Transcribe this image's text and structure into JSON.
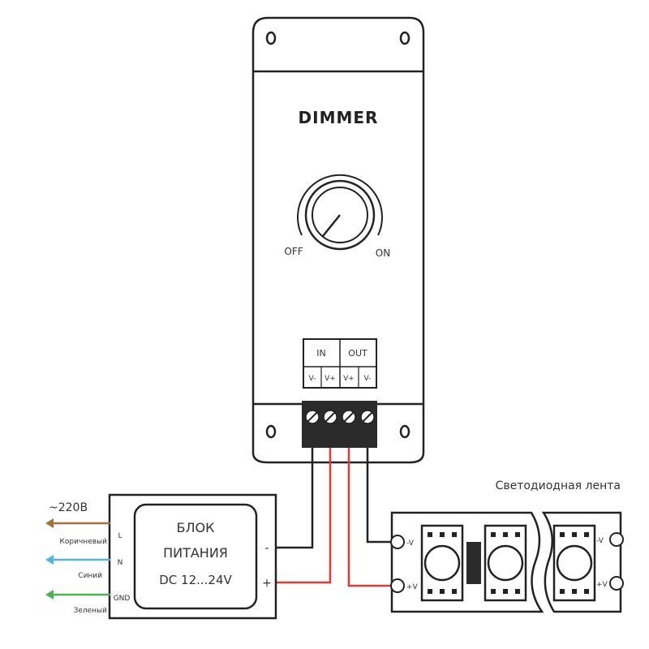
{
  "dimmer": {
    "title": "DIMMER",
    "off_label": "OFF",
    "on_label": "ON",
    "in_label": "IN",
    "out_label": "OUT",
    "terminals": [
      "V-",
      "V+",
      "V+",
      "V-"
    ]
  },
  "power_supply": {
    "title_line1": "БЛОК",
    "title_line2": "ПИТАНИЯ",
    "rating": "DC 12...24V",
    "out_minus": "-",
    "out_plus": "+",
    "in_L": "L",
    "in_N": "N",
    "in_GND": "GND"
  },
  "mains": {
    "voltage": "~220В",
    "wire_brown": "Коричневый",
    "wire_blue": "Синий",
    "wire_green": "Зеленый"
  },
  "led_strip": {
    "title": "Светодиодная лента",
    "left_minus": "-V",
    "left_plus": "+V",
    "right_minus": "-V",
    "right_plus": "+V"
  },
  "colors": {
    "outline": "#222222",
    "wire_black": "#222222",
    "wire_red": "#e53935",
    "wire_brown": "#a0703c",
    "wire_blue": "#4fb3e8",
    "wire_green": "#4caf50",
    "terminal_block": "#2b2b2b"
  }
}
